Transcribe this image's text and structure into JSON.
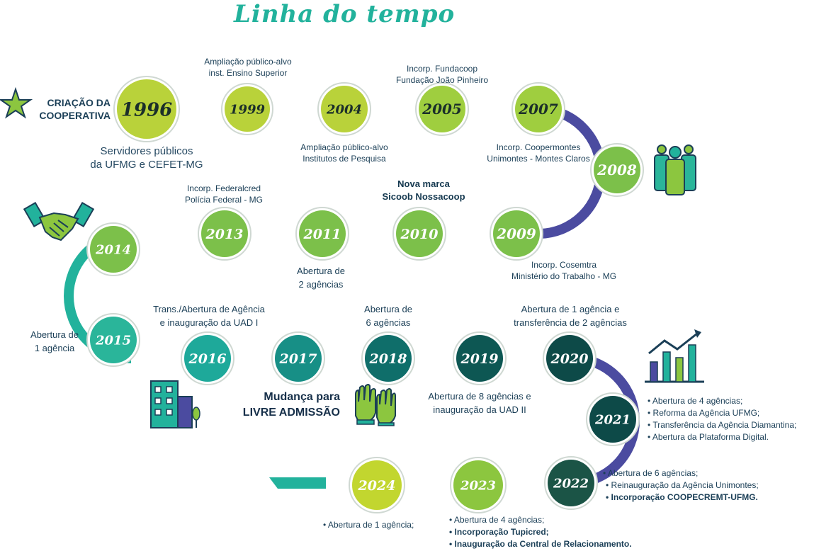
{
  "title": "Linha do tempo",
  "colors": {
    "teal": "#22b29c",
    "green": "#8cc63f",
    "lime": "#c5d92d",
    "purple": "#4b4ba0",
    "dark_teal": "#0d4a48",
    "text": "#1b3f57"
  },
  "start_label": {
    "line1": "CRIAÇÃO DA",
    "line2": "COOPERATIVA"
  },
  "milestones": [
    {
      "year": "1996",
      "fill": "#b9d23a",
      "text": "#1b2f2a"
    },
    {
      "year": "1999",
      "fill": "#b9d23a",
      "text": "#1b2f2a"
    },
    {
      "year": "2004",
      "fill": "#b9d23a",
      "text": "#1b2f2a"
    },
    {
      "year": "2005",
      "fill": "#9fce3f",
      "text": "#1b2f2a"
    },
    {
      "year": "2007",
      "fill": "#9fce3f",
      "text": "#1b2f2a"
    },
    {
      "year": "2008",
      "fill": "#7cc04a",
      "text": "#ffffff"
    },
    {
      "year": "2009",
      "fill": "#7cc04a",
      "text": "#ffffff"
    },
    {
      "year": "2010",
      "fill": "#7cc04a",
      "text": "#ffffff"
    },
    {
      "year": "2011",
      "fill": "#7cc04a",
      "text": "#ffffff"
    },
    {
      "year": "2013",
      "fill": "#7cc04a",
      "text": "#ffffff"
    },
    {
      "year": "2014",
      "fill": "#7cc04a",
      "text": "#ffffff"
    },
    {
      "year": "2015",
      "fill": "#2ab59a",
      "text": "#ffffff"
    },
    {
      "year": "2016",
      "fill": "#1ea99a",
      "text": "#ffffff"
    },
    {
      "year": "2017",
      "fill": "#178f86",
      "text": "#ffffff"
    },
    {
      "year": "2018",
      "fill": "#0f6e6a",
      "text": "#ffffff"
    },
    {
      "year": "2019",
      "fill": "#0d5753",
      "text": "#ffffff"
    },
    {
      "year": "2020",
      "fill": "#0d4a48",
      "text": "#ffffff"
    },
    {
      "year": "2021",
      "fill": "#0d4a48",
      "text": "#ffffff"
    },
    {
      "year": "2022",
      "fill": "#1b5446",
      "text": "#ffffff"
    },
    {
      "year": "2023",
      "fill": "#8cc63f",
      "text": "#ffffff"
    },
    {
      "year": "2024",
      "fill": "#c2d62f",
      "text": "#ffffff"
    }
  ],
  "labels": {
    "y1996": {
      "line1": "Servidores públicos",
      "line2": "da UFMG e CEFET-MG"
    },
    "y1999": {
      "line1": "Ampliação público-alvo",
      "line2": "inst. Ensino Superior"
    },
    "y2004": {
      "line1": "Ampliação público-alvo",
      "line2": "Institutos de Pesquisa"
    },
    "y2005": {
      "line1": "Incorp. Fundacoop",
      "line2": "Fundação João Pinheiro"
    },
    "y2007": {
      "line1": "Incorp. Coopermontes",
      "line2": "Unimontes - Montes Claros"
    },
    "y2009": {
      "line1": "Incorp. Cosemtra",
      "line2": "Ministério do Trabalho - MG"
    },
    "y2010": {
      "line1": "Nova marca",
      "line2": "Sicoob Nossacoop"
    },
    "y2011": {
      "line1": "Abertura de",
      "line2": "2 agências"
    },
    "y2013": {
      "line1": "Incorp. Federalcred",
      "line2": "Polícia Federal - MG"
    },
    "y2015": {
      "line1": "Abertura de",
      "line2": "1 agência"
    },
    "y2016": {
      "line1": "Trans./Abertura de Agência",
      "line2": "e inauguração da UAD I"
    },
    "y2017": {
      "line1": "Mudança para",
      "line2": "LIVRE ADMISSÃO"
    },
    "y2018": {
      "line1": "Abertura de",
      "line2": "6 agências"
    },
    "y2019": {
      "line1": "Abertura de 8 agências e",
      "line2": "inauguração da UAD II"
    },
    "y2020": {
      "line1": "Abertura de 1 agência e",
      "line2": "transferência de 2 agências"
    }
  },
  "y2021_items": [
    "• Abertura de 4 agências;",
    "• Reforma da Agência UFMG;",
    "• Transferência da Agência Diamantina;",
    "• Abertura da Plataforma Digital."
  ],
  "y2022_items": [
    "• Abertura de 6 agências;",
    "• Reinauguração da Agência Unimontes;",
    "• Incorporação COOPECREMT-UFMG."
  ],
  "y2023_items": [
    "• Abertura de 4 agências;",
    "• Incorporação Tupicred;",
    "• Inauguração da Central de Relacionamento."
  ],
  "y2024_items": [
    "• Abertura de 1 agência;"
  ],
  "icons": [
    "star-icon",
    "people-group-icon",
    "handshake-icon",
    "buildings-icon",
    "raised-hands-icon",
    "growth-chart-icon"
  ]
}
